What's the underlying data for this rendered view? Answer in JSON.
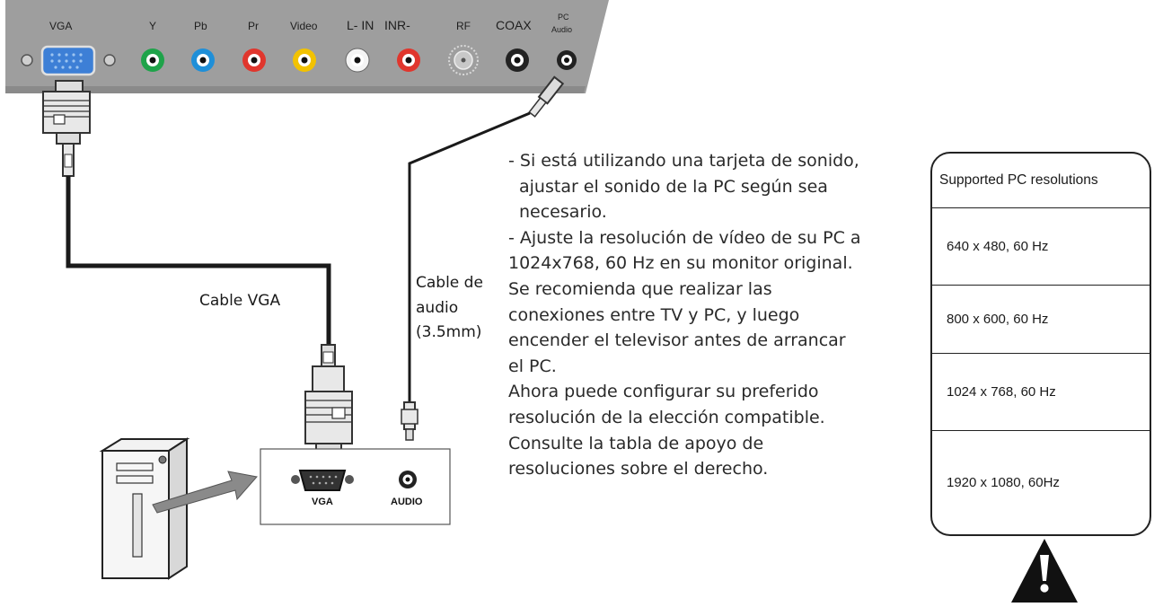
{
  "panel": {
    "ports": [
      {
        "label": "VGA",
        "color": "#3d7fd6"
      },
      {
        "label": "Y",
        "color": "#1fa34a"
      },
      {
        "label": "Pb",
        "color": "#1f8fd8"
      },
      {
        "label": "Pr",
        "color": "#e0362d"
      },
      {
        "label": "Video",
        "color": "#f2c200"
      },
      {
        "label": "L- IN",
        "color": "#f4f4f4"
      },
      {
        "label": "INR-",
        "color": "#e0362d"
      },
      {
        "label": "RF",
        "color": "#d9d9d9"
      },
      {
        "label": "COAX",
        "color": "#222222"
      },
      {
        "label": "PC",
        "color": "#222222"
      },
      {
        "label": "Audio",
        "color": "#222222"
      }
    ]
  },
  "cables": {
    "vga_label": "Cable VGA",
    "audio_label_lines": [
      "Cable de",
      "audio",
      "(3.5mm)"
    ]
  },
  "pc_box": {
    "vga_label": "VGA",
    "audio_label": "AUDIO"
  },
  "instructions": [
    "- Si está utilizando una tarjeta de sonido,",
    "ajustar el sonido de la PC según sea",
    "necesario.",
    "- Ajuste la resolución de vídeo de su PC a",
    "1024x768, 60 Hz en su monitor original.",
    "Se recomienda que realizar las",
    "conexiones entre TV y PC, y luego",
    "encender el televisor antes de arrancar",
    "el PC.",
    "Ahora puede configurar su preferido",
    "resolución de la elección compatible.",
    "Consulte la tabla de apoyo de",
    "resoluciones sobre el derecho."
  ],
  "resolution_table": {
    "header": "Supported PC resolutions",
    "rows": [
      "640 x 480, 60 Hz",
      "800 x 600, 60 Hz",
      "1024 x 768, 60 Hz",
      "1920 x 1080, 60Hz"
    ]
  },
  "icons": {
    "warning": "warning-triangle-icon"
  }
}
